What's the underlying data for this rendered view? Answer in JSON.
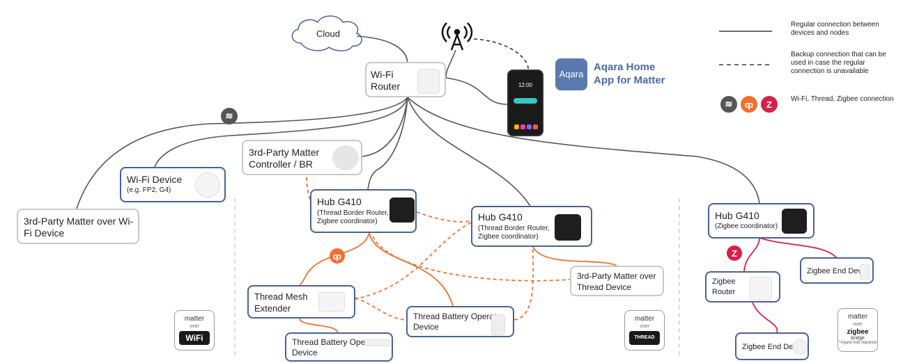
{
  "cloud": "Cloud",
  "app": {
    "logo_text": "Aqara",
    "title_line1": "Aqara Home",
    "title_line2": "App for Matter",
    "phone_time": "12:00"
  },
  "router": {
    "line1": "Wi-Fi",
    "line2": "Router"
  },
  "controller": {
    "line1": "3rd-Party Matter",
    "line2": "Controller / BR"
  },
  "wifi_device": {
    "line1": "Wi-Fi Device",
    "line2": "(e.g. FP2, G4)"
  },
  "matter_wifi_device": {
    "line1": "3rd-Party Matter over Wi-",
    "line2": "Fi Device"
  },
  "hub_left": {
    "title": "Hub G410",
    "line1": "(Thread Border Router,",
    "line2": "Zigbee coordinator)"
  },
  "hub_mid": {
    "title": "Hub G410",
    "line1": "(Thread Border Router,",
    "line2": "Zigbee coordinator)"
  },
  "hub_right": {
    "title": "Hub G410",
    "line1": "(Zigbee coordinator)"
  },
  "thread_extender": {
    "line1": "Thread Mesh",
    "line2": "Extender"
  },
  "thread_battery_1": {
    "line1": "Thread Battery Opera",
    "line2": "Device"
  },
  "thread_battery_2": {
    "line1": "Thread Battery Operat",
    "line2": "Device"
  },
  "matter_thread_device": {
    "line1": "3rd-Party Matter over",
    "line2": "Thread Device"
  },
  "zigbee_router": {
    "line1": "Zigbee",
    "line2": "Router"
  },
  "zigbee_end_1": "Zigbee End Dev",
  "zigbee_end_2": "Zigbee End De",
  "legend": {
    "regular_1": "Regular connection between",
    "regular_2": "devices and nodes",
    "backup_1": "Backup connection that can be",
    "backup_2": "used in case the regular",
    "backup_3": "connection is unavailable",
    "icons": "Wi-Fi, Thread, Zigbee connection"
  },
  "badges": {
    "matter": "matter",
    "over": "over",
    "wifi": "WiFi",
    "thread": "THREAD",
    "zigbee": "zigbee",
    "bridge": "bridge",
    "note": "*Aqara hub required"
  },
  "colors": {
    "wifi_line": "#555555",
    "thread_line": "#f07030",
    "zigbee_line": "#d6204a",
    "node_border": "#4a6291",
    "app_title": "#4a6aa8"
  }
}
